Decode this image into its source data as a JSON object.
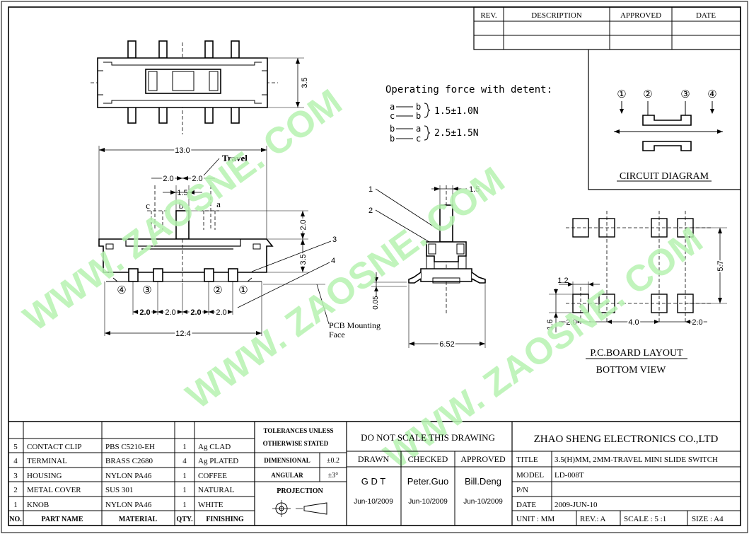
{
  "revision_block": {
    "headers": [
      "REV.",
      "DESCRIPTION",
      "APPROVED",
      "DATE"
    ]
  },
  "operating_force": {
    "heading": "Operating force with detent:",
    "groups": [
      {
        "lines": [
          [
            "a",
            "b"
          ],
          [
            "c",
            "b"
          ]
        ],
        "value": "1.5±1.0N"
      },
      {
        "lines": [
          [
            "b",
            "a"
          ],
          [
            "b",
            "c"
          ]
        ],
        "value": "2.5±1.5N"
      }
    ]
  },
  "circuit": {
    "pins": [
      "①",
      "②",
      "③",
      "④"
    ],
    "title": "CIRCUIT DIAGRAM"
  },
  "top_view": {
    "height_dim": "3.5"
  },
  "front_view": {
    "overall_width": "13.0",
    "travel_label": "Travel",
    "travel_dims": [
      "2.0",
      "2.0"
    ],
    "knob_width": "1.5",
    "positions": [
      "c",
      "b",
      "a"
    ],
    "knob_height": "2.0",
    "body_height": "3.5",
    "pins": [
      "④",
      "③",
      "②",
      "①"
    ],
    "pitch_dims": [
      "2.0",
      "2.0",
      "2.0",
      "2.0"
    ],
    "footprint_width": "12.4",
    "callouts": [
      "3",
      "4"
    ],
    "pcb_label_1": "PCB Mounting",
    "pcb_label_2": "Face"
  },
  "side_view": {
    "callouts": [
      "1",
      "2"
    ],
    "knob_width": "1.5",
    "offset": "0.05",
    "width": "6.52"
  },
  "pcb_layout": {
    "pad_width": "1.2",
    "pad_height": "1.6",
    "dims": [
      "2.0",
      "4.0",
      "2.0"
    ],
    "row_spacing": "5.7",
    "title": "P.C.BOARD LAYOUT",
    "subtitle": "BOTTOM VIEW"
  },
  "watermark": "WWW. ZAOSNE. COM",
  "bom": {
    "rows": [
      {
        "no": "5",
        "part": "CONTACT CLIP",
        "material": "PBS C5210-EH",
        "qty": "1",
        "finish": "Ag CLAD"
      },
      {
        "no": "4",
        "part": "TERMINAL",
        "material": "BRASS C2680",
        "qty": "4",
        "finish": "Ag PLATED"
      },
      {
        "no": "3",
        "part": "HOUSING",
        "material": "NYLON PA46",
        "qty": "1",
        "finish": "COFFEE"
      },
      {
        "no": "2",
        "part": "METAL COVER",
        "material": "SUS 301",
        "qty": "1",
        "finish": "NATURAL"
      },
      {
        "no": "1",
        "part": "KNOB",
        "material": "NYLON PA46",
        "qty": "1",
        "finish": "WHITE"
      }
    ],
    "headers": {
      "no": "NO.",
      "part": "PART NAME",
      "material": "MATERIAL",
      "qty": "QTY.",
      "finish": "FINISHING"
    }
  },
  "tolerances": {
    "title_1": "TOLERANCES UNLESS",
    "title_2": "OTHERWISE STATED",
    "dimensional_label": "DIMENSIONAL",
    "dimensional_value": "±0.2",
    "angular_label": "ANGULAR",
    "angular_value": "±3°",
    "projection_label": "PROJECTION"
  },
  "approvals": {
    "notice": "DO NOT SCALE THIS DRAWING",
    "headers": [
      "DRAWN",
      "CHECKED",
      "APPROVED"
    ],
    "names": [
      "G D T",
      "Peter.Guo",
      "Bill.Deng"
    ],
    "dates": [
      "Jun-10/2009",
      "Jun-10/2009",
      "Jun-10/2009"
    ]
  },
  "title_block": {
    "company": "ZHAO SHENG ELECTRONICS CO.,LTD",
    "title_label": "TITLE",
    "title_value": "3.5(H)MM, 2MM-TRAVEL MINI SLIDE SWITCH",
    "model_label": "MODEL",
    "model_value": "LD-008T",
    "pn_label": "P/N",
    "date_label": "DATE",
    "date_value": "2009-JUN-10",
    "unit": "UNIT : MM",
    "rev": "REV.: A",
    "scale": "SCALE : 5 :1",
    "size": "SIZE : A4"
  }
}
